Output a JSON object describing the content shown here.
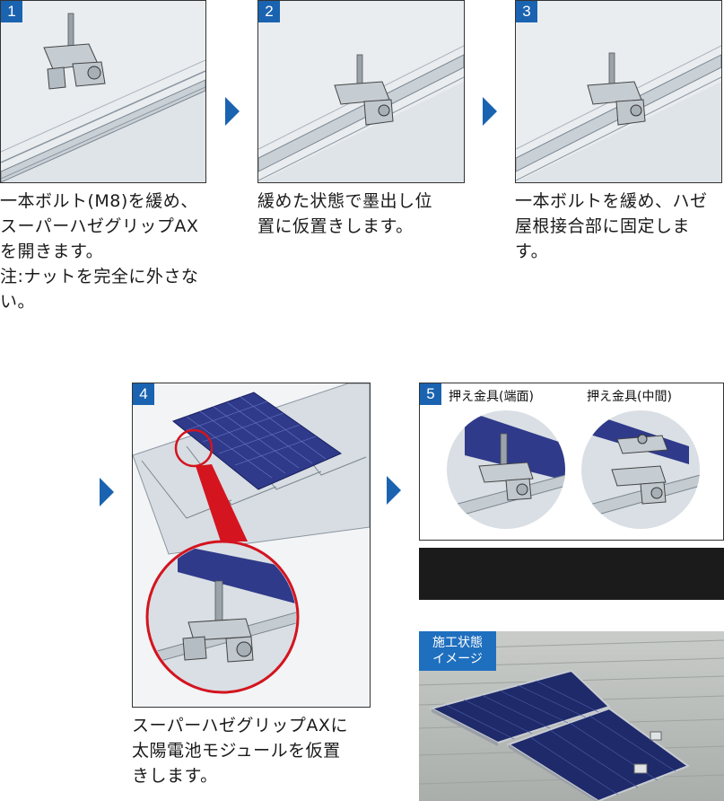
{
  "steps": [
    {
      "number": "1",
      "lines": [
        "一本ボルト(M8)を緩め、",
        "スーパーハゼグリップAX",
        "を開きます。",
        "注:ナットを完全に外さな",
        "い。"
      ]
    },
    {
      "number": "2",
      "lines": [
        "緩めた状態で墨出し位",
        "置に仮置きします。"
      ]
    },
    {
      "number": "3",
      "lines": [
        "一本ボルトを緩め、ハゼ",
        "屋根接合部に固定しま",
        "す。"
      ]
    },
    {
      "number": "4",
      "lines": [
        "スーパーハゼグリップAXに",
        "太陽電池モジュールを仮置",
        "きします。"
      ]
    },
    {
      "number": "5",
      "labels": [
        "押え金具(端面)",
        "押え金具(中間)"
      ]
    }
  ],
  "photo_tag": [
    "施工状態",
    "イメージ"
  ],
  "colors": {
    "accent": "#1a63b0",
    "red": "#d4141f",
    "panel_blue": "#2f3a8a"
  }
}
